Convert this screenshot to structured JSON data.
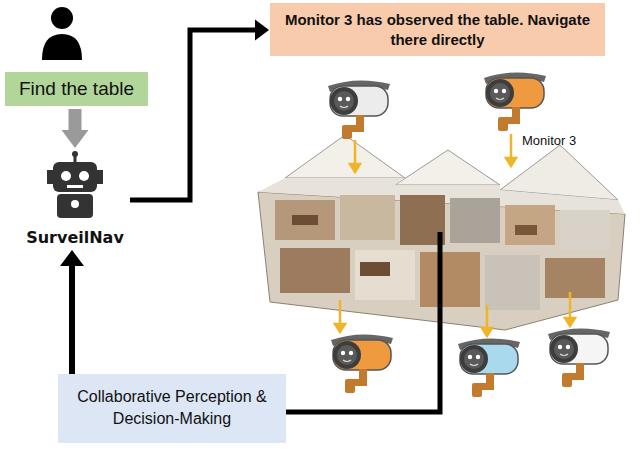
{
  "diagram": {
    "nodes": [
      {
        "text": [
          "Find the table"
        ]
      },
      {
        "text": [
          "SurveilNav"
        ]
      },
      {
        "text": [
          "Monitor 3 has observed the table. Navigate there directly"
        ]
      },
      {
        "text": [
          "Collaborative Perception & Decision-Making"
        ]
      }
    ],
    "edges": [
      {
        "from": 0,
        "to": 1,
        "arrow": "to"
      },
      {
        "from": 1,
        "to": 2,
        "arrow": "to"
      },
      {
        "from": 3,
        "to": 1,
        "arrow": "to"
      }
    ],
    "labels": [
      "Monitor 3"
    ]
  }
}
